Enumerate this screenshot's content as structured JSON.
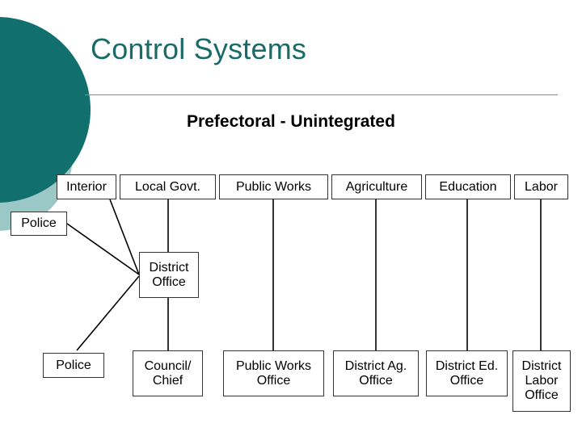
{
  "slide": {
    "title": "Control Systems",
    "subtitle": "Prefectoral - Unintegrated",
    "title_color": "#1a6b68",
    "rule_color": "#8a8a8a",
    "decor": {
      "circle_dark_color": "#11706e",
      "circle_light_color": "#9bc8c6"
    }
  },
  "diagram": {
    "type": "organization-chart",
    "top_row": [
      {
        "id": "interior",
        "label": "Interior"
      },
      {
        "id": "local-govt",
        "label": "Local Govt."
      },
      {
        "id": "public-works",
        "label": "Public Works"
      },
      {
        "id": "agriculture",
        "label": "Agriculture"
      },
      {
        "id": "education",
        "label": "Education"
      },
      {
        "id": "labor",
        "label": "Labor"
      }
    ],
    "middle_row": [
      {
        "id": "police-upper",
        "label": "Police"
      },
      {
        "id": "district-office",
        "label": "District\nOffice"
      }
    ],
    "bottom_row": [
      {
        "id": "police-lower",
        "label": "Police"
      },
      {
        "id": "council-chief",
        "label": "Council/\nChief"
      },
      {
        "id": "public-works-office",
        "label": "Public Works\nOffice"
      },
      {
        "id": "district-ag-office",
        "label": "District Ag.\nOffice"
      },
      {
        "id": "district-ed-office",
        "label": "District Ed.\nOffice"
      },
      {
        "id": "district-labor-office",
        "label": "District\nLabor\nOffice"
      }
    ],
    "connections": [
      {
        "from": "interior",
        "to": "district-office"
      },
      {
        "from": "police-upper",
        "to": "district-office"
      },
      {
        "from": "police-lower",
        "to": "district-office"
      },
      {
        "from": "local-govt",
        "to": "district-office"
      },
      {
        "from": "district-office",
        "to": "council-chief"
      },
      {
        "from": "public-works",
        "to": "public-works-office"
      },
      {
        "from": "agriculture",
        "to": "district-ag-office"
      },
      {
        "from": "education",
        "to": "district-ed-office"
      },
      {
        "from": "labor",
        "to": "district-labor-office"
      }
    ],
    "line_color": "#000000"
  }
}
